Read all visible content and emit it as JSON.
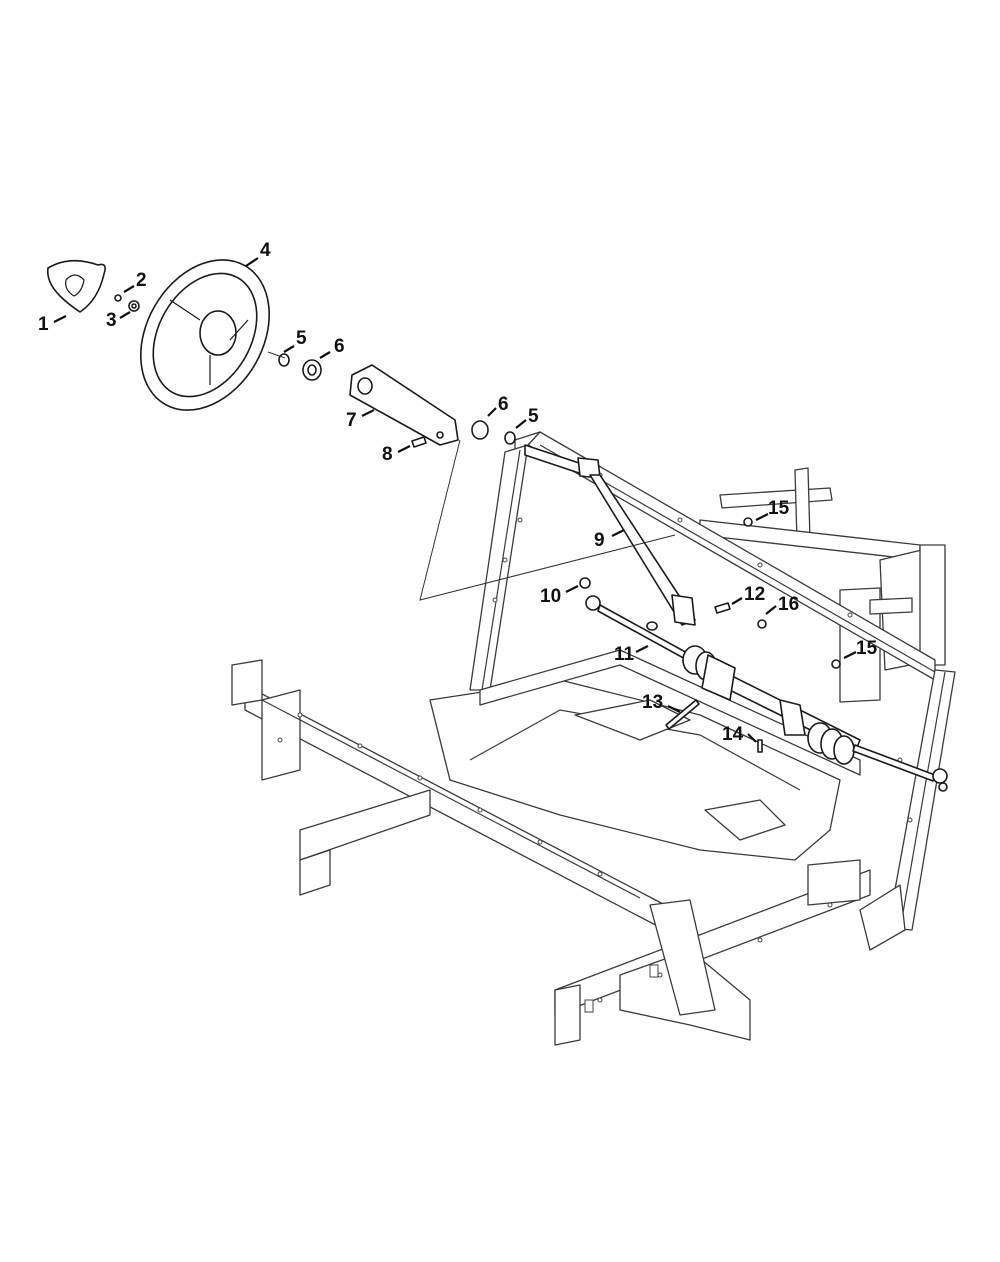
{
  "callouts": [
    {
      "id": "c1",
      "label": "1"
    },
    {
      "id": "c2",
      "label": "2"
    },
    {
      "id": "c3",
      "label": "3"
    },
    {
      "id": "c4",
      "label": "4"
    },
    {
      "id": "c5a",
      "label": "5"
    },
    {
      "id": "c6a",
      "label": "6"
    },
    {
      "id": "c7",
      "label": "7"
    },
    {
      "id": "c8",
      "label": "8"
    },
    {
      "id": "c6b",
      "label": "6"
    },
    {
      "id": "c5b",
      "label": "5"
    },
    {
      "id": "c9",
      "label": "9"
    },
    {
      "id": "c15a",
      "label": "15"
    },
    {
      "id": "c10",
      "label": "10"
    },
    {
      "id": "c12",
      "label": "12"
    },
    {
      "id": "c16",
      "label": "16"
    },
    {
      "id": "c11",
      "label": "11"
    },
    {
      "id": "c15b",
      "label": "15"
    },
    {
      "id": "c13",
      "label": "13"
    },
    {
      "id": "c14",
      "label": "14"
    }
  ]
}
